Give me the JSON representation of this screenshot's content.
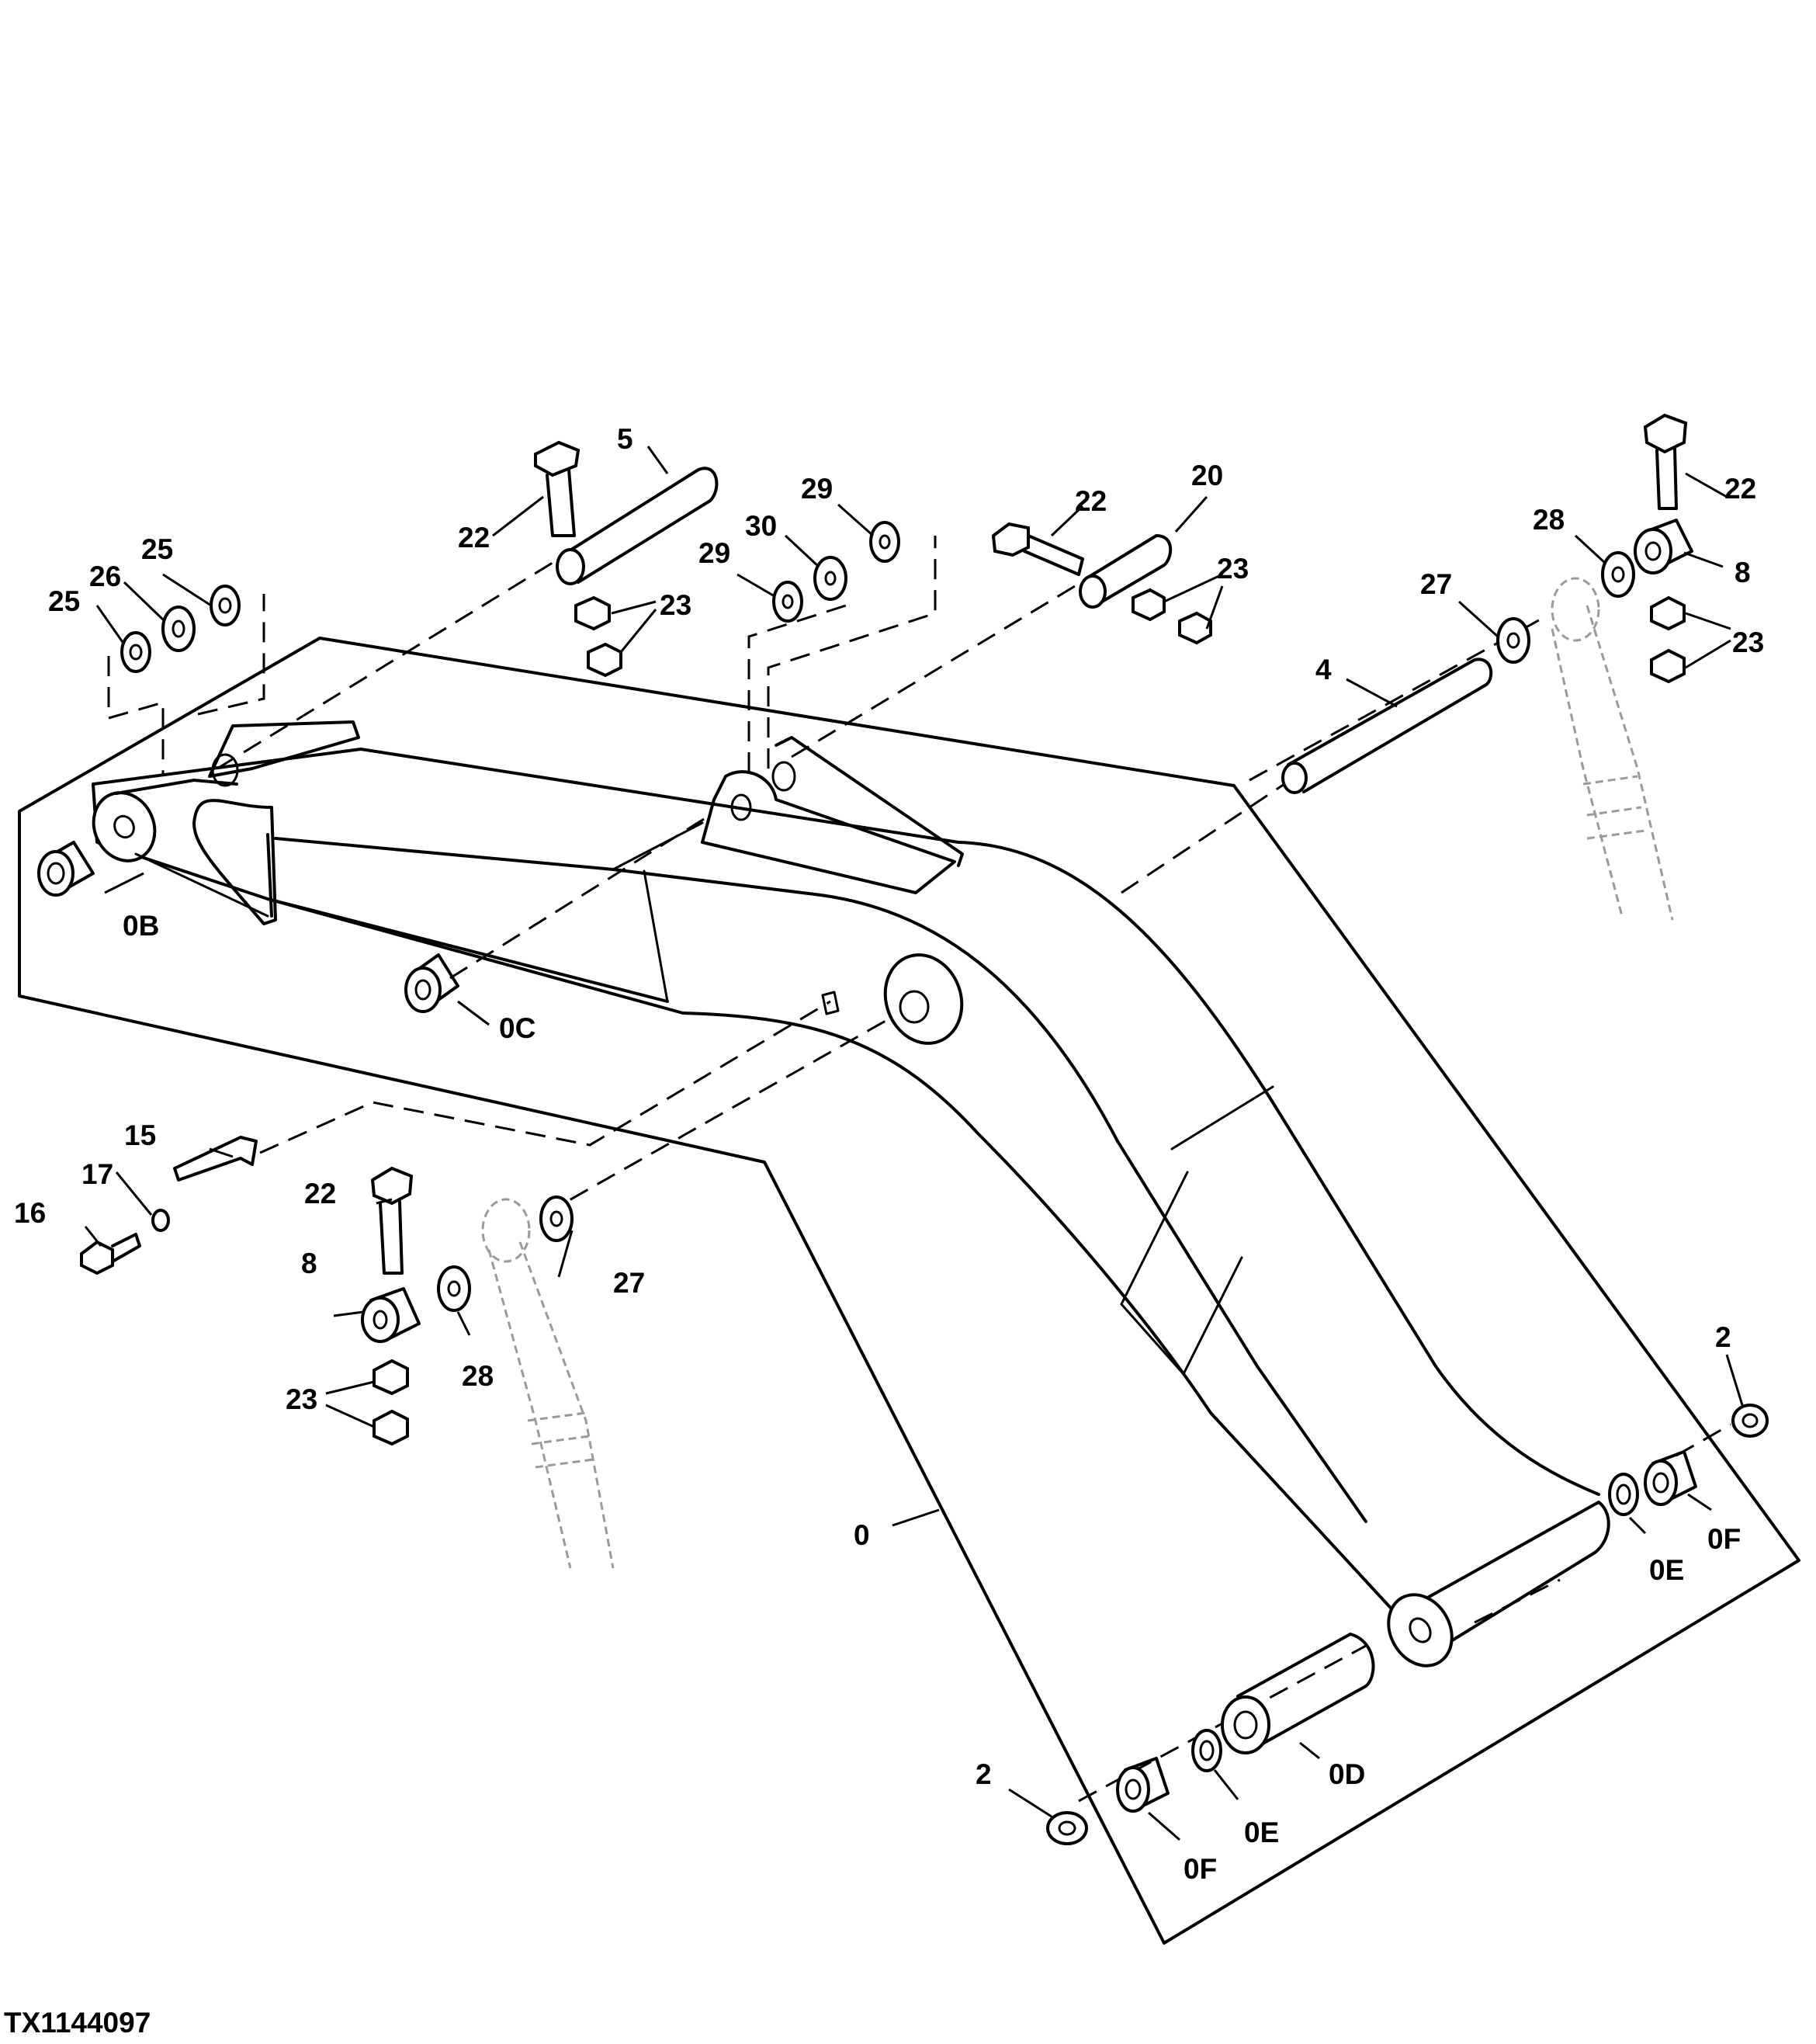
{
  "figure_id": "TX1144097",
  "callouts": {
    "c0": "0",
    "c0B": "0B",
    "c0C": "0C",
    "c0D": "0D",
    "c0E_right": "0E",
    "c0E_bottom": "0E",
    "c0F_right": "0F",
    "c0F_bottom": "0F",
    "c2_right": "2",
    "c2_bottom": "2",
    "c4": "4",
    "c5": "5",
    "c8_left": "8",
    "c8_right": "8",
    "c15": "15",
    "c16": "16",
    "c17": "17",
    "c20": "20",
    "c22_a": "22",
    "c22_b": "22",
    "c22_c": "22",
    "c22_d": "22",
    "c23_a": "23",
    "c23_b": "23",
    "c23_c": "23",
    "c23_d": "23",
    "c25_a": "25",
    "c25_b": "25",
    "c26": "26",
    "c27_right": "27",
    "c27_left": "27",
    "c28_right": "28",
    "c28_left": "28",
    "c29_a": "29",
    "c29_b": "29",
    "c30": "30"
  }
}
